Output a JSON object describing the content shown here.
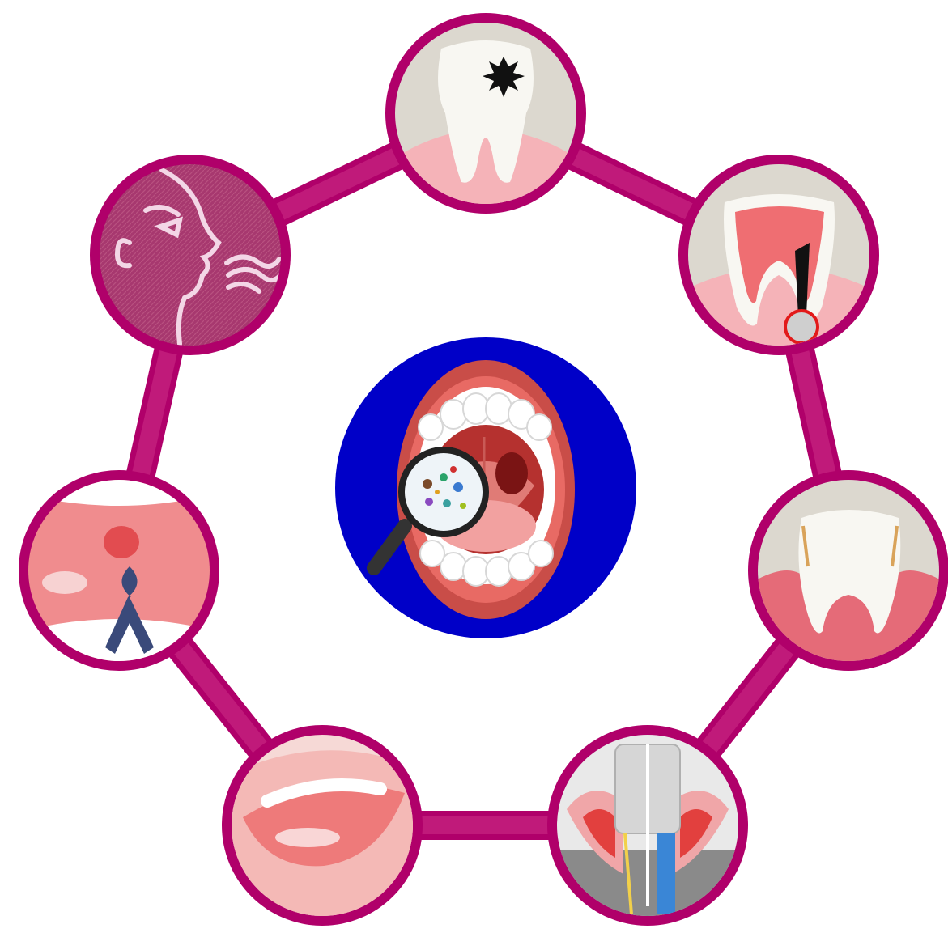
{
  "diagram": {
    "colors": {
      "ring": "#b0006a",
      "ring_dark": "#8a0052",
      "center_bg": "#0000c8",
      "lips": "#c9504c",
      "gum_pink": "#f2a6b0",
      "tooth_white": "#f7f6f1",
      "background_grey": "#ddd9d0",
      "ribbon": "#3a4a7a"
    },
    "center": {
      "icon": "oral-microbiome-magnifier-icon"
    },
    "nodes": [
      {
        "id": "caries",
        "icon": "tooth-cavity-icon"
      },
      {
        "id": "pulpitis",
        "icon": "tooth-root-infection-icon"
      },
      {
        "id": "gum-recession",
        "icon": "receding-gum-tooth-icon"
      },
      {
        "id": "peri-implantitis",
        "icon": "dental-implant-icon"
      },
      {
        "id": "mouth-ulcers",
        "icon": "oral-mucosa-lesion-icon"
      },
      {
        "id": "oral-cancer",
        "icon": "cancer-ribbon-mouth-icon"
      },
      {
        "id": "halitosis",
        "icon": "bad-breath-face-icon"
      }
    ]
  }
}
